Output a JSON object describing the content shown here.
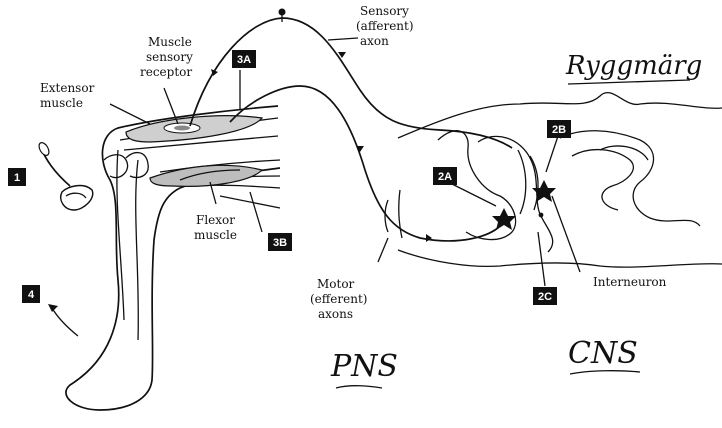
{
  "labels": {
    "sensory_line1": "Sensory",
    "sensory_line2": "(afferent)",
    "sensory_line3": "axon",
    "muscle_sensory_line1": "Muscle",
    "muscle_sensory_line2": "sensory",
    "muscle_sensory_line3": "receptor",
    "extensor_line1": "Extensor",
    "extensor_line2": "muscle",
    "flexor_line1": "Flexor",
    "flexor_line2": "muscle",
    "motor_line1": "Motor",
    "motor_line2": "(efferent)",
    "motor_line3": "axons",
    "interneuron": "Interneuron"
  },
  "badges": {
    "b1": "1",
    "b2a": "2A",
    "b2b": "2B",
    "b2c": "2C",
    "b3a": "3A",
    "b3b": "3B",
    "b4": "4"
  },
  "handwriting": {
    "ryggmarg": "Ryggmärg",
    "pns": "PNS",
    "cns": "CNS"
  },
  "icons": [
    "reflex-hammer-icon",
    "arrow-icon"
  ]
}
